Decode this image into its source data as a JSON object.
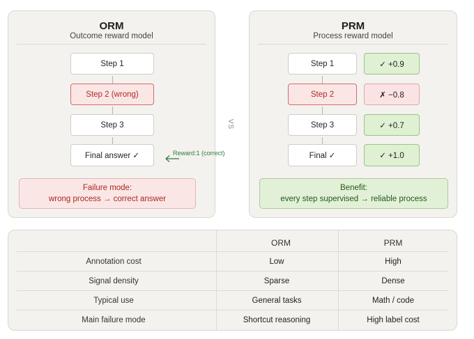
{
  "orm": {
    "title": "ORM",
    "subtitle": "Outcome reward model",
    "steps": [
      "Step 1",
      "Step 2 (wrong)",
      "Step 3",
      "Final answer ✓"
    ],
    "reward_label": "Reward:1 (correct)",
    "note_line1": "Failure mode:",
    "note_line2": "wrong process → correct answer"
  },
  "vs_label": "VS",
  "prm": {
    "title": "PRM",
    "subtitle": "Process reward model",
    "steps": [
      "Step 1",
      "Step 2",
      "Step 3",
      "Final ✓"
    ],
    "scores": [
      "✓ +0.9",
      "✗ −0.8",
      "✓ +0.7",
      "✓ +1.0"
    ],
    "note_line1": "Benefit:",
    "note_line2": "every step supervised → reliable process"
  },
  "table": {
    "headers": [
      "ORM",
      "PRM"
    ],
    "rows": [
      {
        "label": "Annotation cost",
        "orm": "Low",
        "prm": "High"
      },
      {
        "label": "Signal density",
        "orm": "Sparse",
        "prm": "Dense"
      },
      {
        "label": "Typical use",
        "orm": "General tasks",
        "prm": "Math / code"
      },
      {
        "label": "Main failure mode",
        "orm": "Shortcut reasoning",
        "prm": "High label cost"
      }
    ]
  },
  "colors": {
    "wrong_red": "#b02a2a",
    "good_green": "#1f5a15",
    "reward_green": "#2f7a3c"
  }
}
